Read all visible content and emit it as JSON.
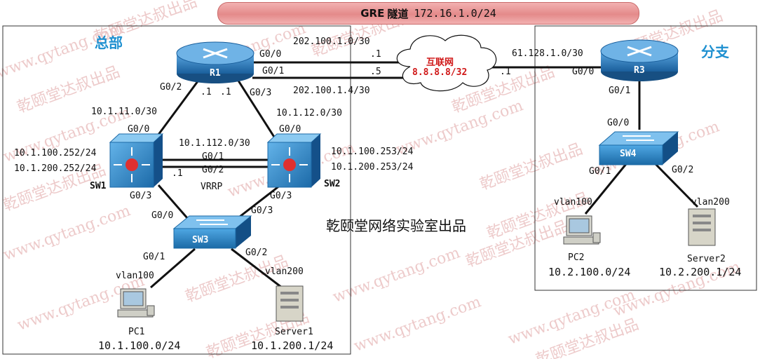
{
  "tunnel": {
    "gre": "GRE",
    "name": "隧道",
    "network": "172.16.1.0/24"
  },
  "regions": {
    "hq": "总部",
    "branch": "分支"
  },
  "internet": {
    "name": "互联网",
    "ip": "8.8.8.8/32"
  },
  "publisher": "乾颐堂网络实验室出品",
  "watermark": {
    "site": "www.qytang.com",
    "brand": "乾颐堂达叔出品"
  },
  "devices": {
    "r1": "R1",
    "r3": "R3",
    "sw1": "SW1",
    "sw2": "SW2",
    "sw3": "SW3",
    "sw4": "SW4",
    "pc1": "PC1",
    "pc2": "PC2",
    "server1": "Server1",
    "server2": "Server2"
  },
  "links": {
    "r1_g00": "G0/0",
    "r1_g01": "G0/1",
    "r1_g02": "G0/2",
    "r1_g03": "G0/3",
    "net_202_0": "202.100.1.0/30",
    "net_202_4": "202.100.1.4/30",
    "host_1a": ".1",
    "host_5": ".5",
    "host_1b": ".1",
    "net_61": "61.128.1.0/30",
    "r3_g00": "G0/0",
    "r3_g01": "G0/1",
    "r1_host_a": ".1",
    "r1_host_b": ".1",
    "net_11": "10.1.11.0/30",
    "net_12": "10.1.12.0/30",
    "net_112": "10.1.112.0/30",
    "sw1_g00": "G0/0",
    "sw2_g00": "G0/0",
    "sw1_g01": "G0/1",
    "sw1_g02": "G0/2",
    "sw1_host": ".1",
    "sw1_ip100": "10.1.100.252/24",
    "sw1_ip200": "10.1.200.252/24",
    "sw2_ip100": "10.1.100.253/24",
    "sw2_ip200": "10.1.200.253/24",
    "vrrp": "VRRP",
    "sw1_g03": "G0/3",
    "sw2_g03": "G0/3",
    "sw3_g00": "G0/0",
    "sw3_g03": "G0/3",
    "sw3_g01": "G0/1",
    "sw3_g02": "G0/2",
    "vlan100_hq": "vlan100",
    "vlan200_hq": "vlan200",
    "pc1_net": "10.1.100.0/24",
    "server1_ip": "10.1.200.1/24",
    "sw4_g00": "G0/0",
    "sw4_g01": "G0/1",
    "sw4_g02": "G0/2",
    "vlan100_br": "vlan100",
    "vlan200_br": "vlan200",
    "pc2_net": "10.2.100.0/24",
    "server2_ip": "10.2.200.1/24"
  }
}
